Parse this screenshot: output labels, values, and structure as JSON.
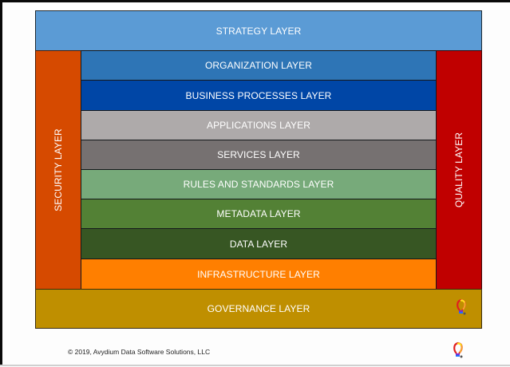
{
  "diagram": {
    "top": {
      "label": "STRATEGY LAYER",
      "color": "#5b9bd5"
    },
    "left": {
      "label": "SECURITY LAYER",
      "color": "#d64a00"
    },
    "right": {
      "label": "QUALITY LAYER",
      "color": "#c00000"
    },
    "bottom": {
      "label": "GOVERNANCE LAYER",
      "color": "#bf8f00"
    },
    "layers": [
      {
        "label": "ORGANIZATION LAYER",
        "color": "#2e75b6"
      },
      {
        "label": "BUSINESS PROCESSES LAYER",
        "color": "#0046a6"
      },
      {
        "label": "APPLICATIONS LAYER",
        "color": "#aeaaaa"
      },
      {
        "label": "SERVICES LAYER",
        "color": "#767171"
      },
      {
        "label": "RULES AND STANDARDS LAYER",
        "color": "#77aa7a"
      },
      {
        "label": "METADATA LAYER",
        "color": "#538135"
      },
      {
        "label": "DATA LAYER",
        "color": "#375623"
      },
      {
        "label": "INFRASTRUCTURE LAYER",
        "color": "#ff7f00"
      }
    ]
  },
  "icons": {
    "governance_logo": "lightbulb-logo-icon",
    "footer_logo": "lightbulb-logo-icon"
  },
  "footer": {
    "copyright": "© 2019, Avydium Data Software Solutions, LLC"
  }
}
